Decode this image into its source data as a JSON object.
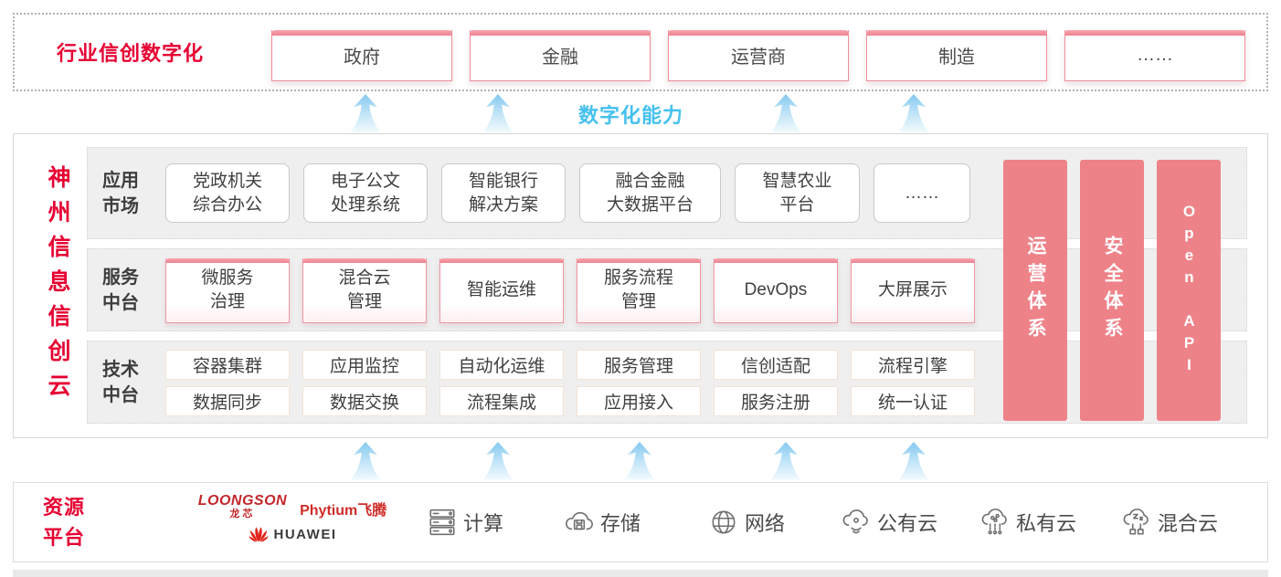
{
  "colors": {
    "brand_red": "#e60032",
    "pillar_pink": "#ee8289",
    "accent_pink_bar": "#ef8290",
    "capability_blue": "#45c1f0",
    "row_gray": "#efefef",
    "logo_red": "#c3272b"
  },
  "top_banner": {
    "title": "行业信创数字化",
    "industries": [
      {
        "label": "政府"
      },
      {
        "label": "金融"
      },
      {
        "label": "运营商"
      },
      {
        "label": "制造"
      },
      {
        "label": "……"
      }
    ]
  },
  "capability_band": {
    "label": "数字化能力"
  },
  "platform": {
    "title": "神州信息信创云",
    "rows": [
      {
        "label": "应用\n市场",
        "boxes": [
          {
            "label": "党政机关\n综合办公"
          },
          {
            "label": "电子公文\n处理系统"
          },
          {
            "label": "智能银行\n解决方案"
          },
          {
            "label": "融合金融\n大数据平台"
          },
          {
            "label": "智慧农业\n平台"
          },
          {
            "label": "……"
          }
        ]
      },
      {
        "label": "服务\n中台",
        "boxes": [
          {
            "label": "微服务\n治理"
          },
          {
            "label": "混合云\n管理"
          },
          {
            "label": "智能运维"
          },
          {
            "label": "服务流程\n管理"
          },
          {
            "label": "DevOps"
          },
          {
            "label": "大屏展示"
          }
        ]
      },
      {
        "label": "技术\n中台",
        "boxes": [
          {
            "label": "容器集群"
          },
          {
            "label": "应用监控"
          },
          {
            "label": "自动化运维"
          },
          {
            "label": "服务管理"
          },
          {
            "label": "信创适配"
          },
          {
            "label": "流程引擎"
          }
        ],
        "boxes2": [
          {
            "label": "数据同步"
          },
          {
            "label": "数据交换"
          },
          {
            "label": "流程集成"
          },
          {
            "label": "应用接入"
          },
          {
            "label": "服务注册"
          },
          {
            "label": "统一认证"
          }
        ]
      }
    ],
    "pillars": [
      {
        "label": "运营体系"
      },
      {
        "label": "安全体系"
      },
      {
        "label": "Open API"
      }
    ]
  },
  "resource_platform": {
    "title": "资源\n平台",
    "vendors": {
      "loongson": "LOONGSON",
      "loongson_cn": "龙芯",
      "phytium": "Phytium",
      "phytium_cn": "飞腾",
      "huawei": "HUAWEI"
    },
    "resources": [
      {
        "icon": "compute-icon",
        "label": "计算"
      },
      {
        "icon": "storage-icon",
        "label": "存储"
      },
      {
        "icon": "network-icon",
        "label": "网络"
      },
      {
        "icon": "public-cloud-icon",
        "label": "公有云"
      },
      {
        "icon": "private-cloud-icon",
        "label": "私有云"
      },
      {
        "icon": "hybrid-cloud-icon",
        "label": "混合云"
      }
    ]
  }
}
